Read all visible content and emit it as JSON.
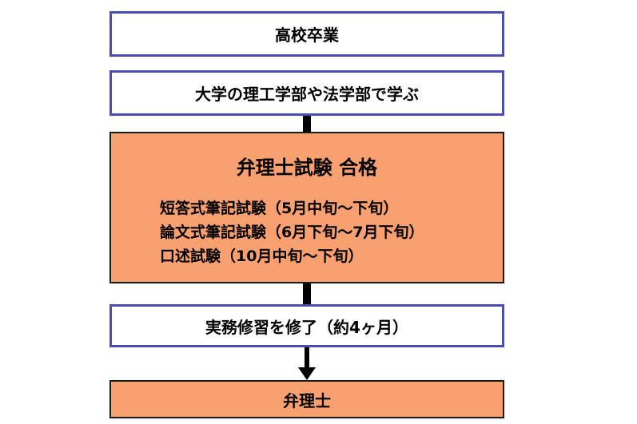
{
  "colors": {
    "border_blue": "#4b4bb4",
    "box_orange": "#f9a070",
    "connector": "#000000"
  },
  "boxes": [
    {
      "id": "high-school",
      "label": "高校卒業",
      "style": "blue-outline"
    },
    {
      "id": "university",
      "label": "大学の理工学部や法学部で学ぶ",
      "style": "blue-outline"
    },
    {
      "id": "exam",
      "label": "弁理士試験 合格",
      "style": "orange-fill",
      "items": [
        "短答式筆記試験（5月中旬〜下旬）",
        "論文式筆記試験（6月下旬〜7月下旬）",
        "口述試験（10月中旬〜下旬）"
      ]
    },
    {
      "id": "training",
      "label": "実務修習を修了（約4ヶ月）",
      "style": "blue-outline"
    },
    {
      "id": "patent-attorney",
      "label": "弁理士",
      "style": "orange-fill"
    }
  ],
  "edges": [
    {
      "from": "university",
      "to": "exam",
      "arrow": false
    },
    {
      "from": "exam",
      "to": "training",
      "arrow": false
    },
    {
      "from": "training",
      "to": "patent-attorney",
      "arrow": true
    }
  ]
}
